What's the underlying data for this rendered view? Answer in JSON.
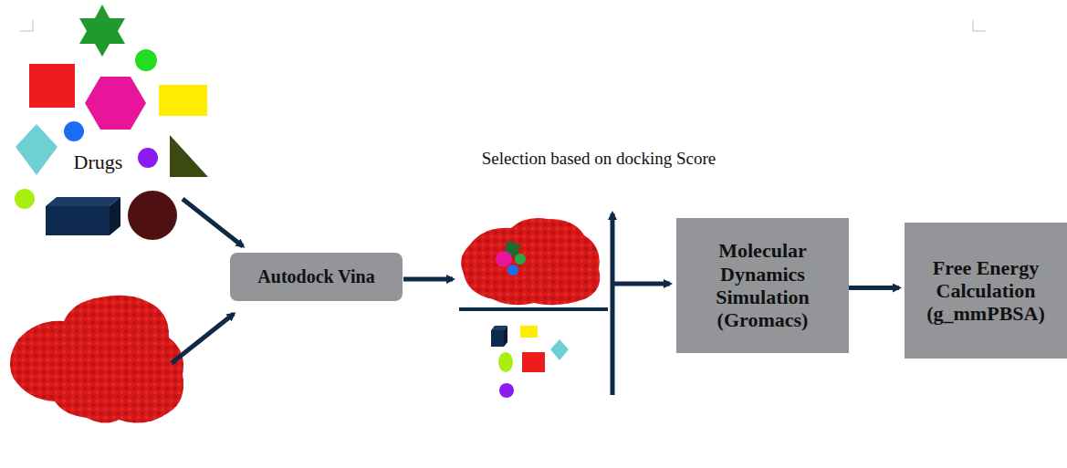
{
  "diagram": {
    "nodes": [
      {
        "text": [
          "Autodock Vina"
        ]
      },
      {
        "text": [
          "Molecular Dynamics Simulation (Gromacs)"
        ]
      },
      {
        "text": [
          "Free Energy Calculation (g_mmPBSA)"
        ]
      }
    ],
    "edges": [
      {
        "from": 1,
        "to": 2,
        "arrow": "to"
      }
    ],
    "labels": [
      "Drugs",
      "Selection based on docking Score"
    ]
  }
}
